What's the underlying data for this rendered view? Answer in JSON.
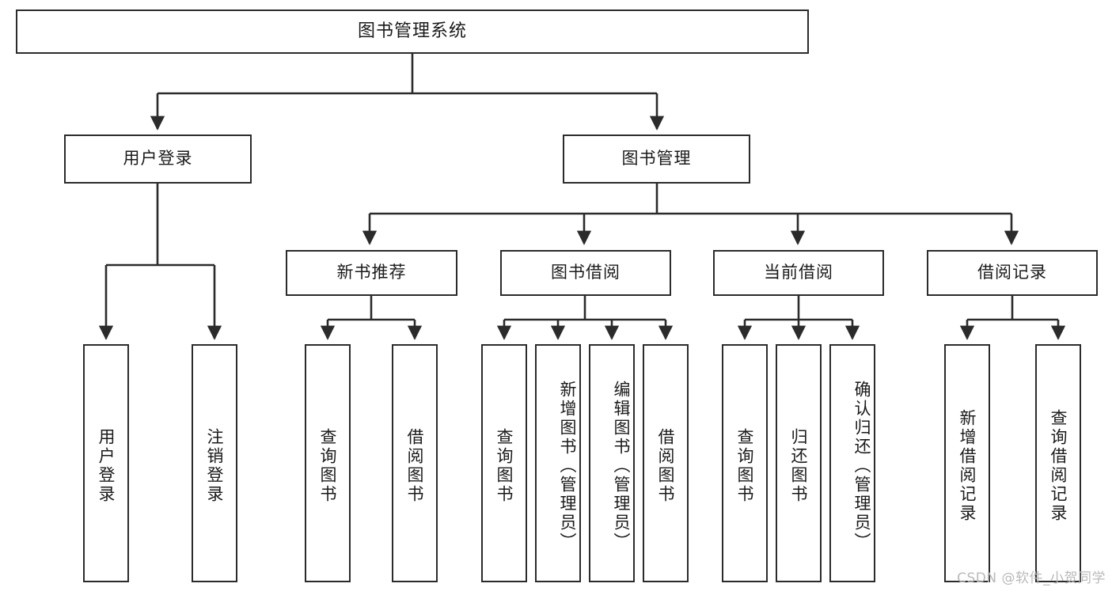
{
  "diagram": {
    "title_node": {
      "label": "图书管理系统"
    },
    "level2": [
      {
        "id": "user-login",
        "label": "用户登录"
      },
      {
        "id": "book-management",
        "label": "图书管理"
      }
    ],
    "level3": [
      {
        "id": "new-book-recommend",
        "label": "新书推荐"
      },
      {
        "id": "book-borrow",
        "label": "图书借阅"
      },
      {
        "id": "current-borrow",
        "label": "当前借阅"
      },
      {
        "id": "borrow-record",
        "label": "借阅记录"
      }
    ],
    "leaves": {
      "user_login": [
        {
          "id": "leaf-user-login",
          "label": "用户登录"
        },
        {
          "id": "leaf-logout-login",
          "label": "注销登录"
        }
      ],
      "new_book_recommend": [
        {
          "id": "leaf-query-book-1",
          "label": "查询图书"
        },
        {
          "id": "leaf-borrow-book-1",
          "label": "借阅图书"
        }
      ],
      "book_borrow": [
        {
          "id": "leaf-query-book-2",
          "label": "查询图书"
        },
        {
          "id": "leaf-add-book",
          "label": "新增图书（管理员）"
        },
        {
          "id": "leaf-edit-book",
          "label": "编辑图书（管理员）"
        },
        {
          "id": "leaf-borrow-book-2",
          "label": "借阅图书"
        }
      ],
      "current_borrow": [
        {
          "id": "leaf-query-book-3",
          "label": "查询图书"
        },
        {
          "id": "leaf-return-book",
          "label": "归还图书"
        },
        {
          "id": "leaf-confirm-return",
          "label": "确认归还（管理员）"
        }
      ],
      "borrow_record": [
        {
          "id": "leaf-add-record",
          "label": "新增借阅记录"
        },
        {
          "id": "leaf-query-record",
          "label": "查询借阅记录"
        }
      ]
    },
    "watermark": "CSDN @软件_小贺同学",
    "colors": {
      "stroke": "#2b2b2b",
      "background": "#ffffff",
      "text": "#1a1a1a",
      "watermark": "#b9b9b9"
    }
  }
}
